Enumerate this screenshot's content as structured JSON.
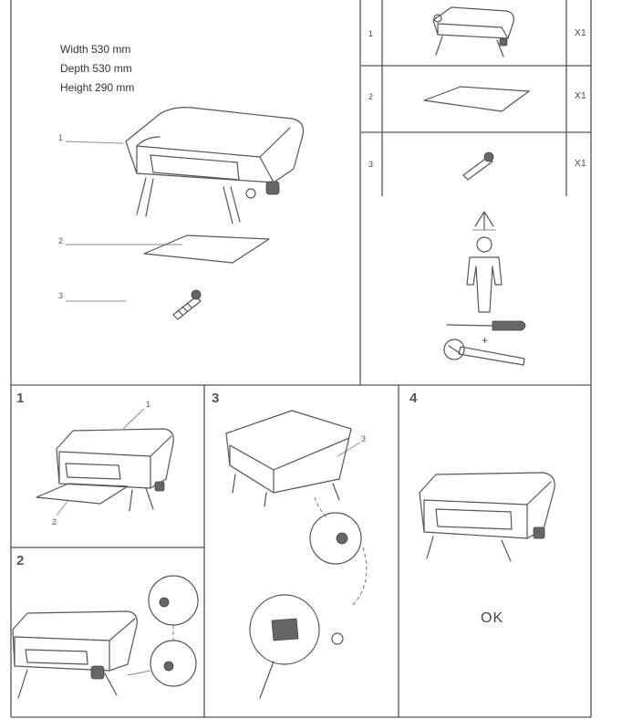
{
  "dimensions": {
    "width": "Width 530 mm",
    "depth": "Depth 530 mm",
    "height": "Height 290 mm"
  },
  "overview_callouts": [
    "1",
    "2",
    "3"
  ],
  "parts_list": [
    {
      "number": "1",
      "icon": "pizza-oven-icon",
      "qty": "X1"
    },
    {
      "number": "2",
      "icon": "pizza-stone-icon",
      "qty": "X1"
    },
    {
      "number": "3",
      "icon": "gas-regulator-icon",
      "qty": "X1"
    }
  ],
  "requirements": {
    "person_icon": "one-person-icon",
    "tools": [
      "screwdriver-icon",
      "wrench-icon"
    ],
    "plus": "+"
  },
  "steps": [
    {
      "number": "1",
      "callouts": [
        "1",
        "2"
      ]
    },
    {
      "number": "2",
      "callouts": []
    },
    {
      "number": "3",
      "callouts": [
        "3"
      ]
    },
    {
      "number": "4",
      "result": "OK"
    }
  ]
}
